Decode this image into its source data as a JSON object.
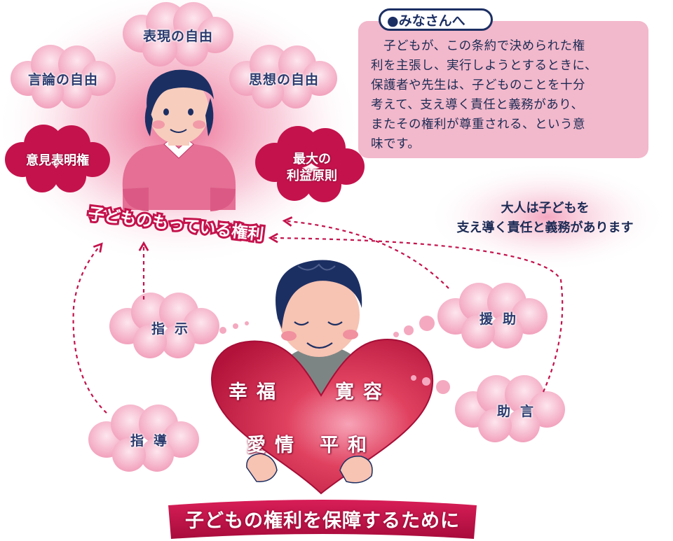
{
  "notice": {
    "heading": "●みなさんへ",
    "body": "　子どもが、この条約で決められた権\n利を主張し、実行しようとするときに、\n保護者や先生は、子どものことを十分\n考えて、支え導く責任と義務があり、\nまたその権利が尊重される、という意\n味です。"
  },
  "child_rights": {
    "expression": "表現の自由",
    "speech": "言論の自由",
    "thought": "思想の自由",
    "opinion": "意見表明権",
    "best_interest": "最大の\n利益原則",
    "caption": "子どものもっている権利"
  },
  "adult_note": "大人は子どもを\n支え導く責任と義務があります",
  "supports": {
    "instruction": "指示",
    "guidance": "指導",
    "assistance": "援助",
    "advice": "助言"
  },
  "heart": {
    "happiness": "幸福",
    "tolerance": "寛容",
    "affection": "愛情",
    "peace": "平和"
  },
  "footer": "子どもの権利を保障するために",
  "colors": {
    "pink_cloud": "#f4b6ca",
    "red_cloud": "#c4124c",
    "heart": "#d92b4f",
    "navy_text": "#1c2b55",
    "arrow": "#c4124c"
  }
}
